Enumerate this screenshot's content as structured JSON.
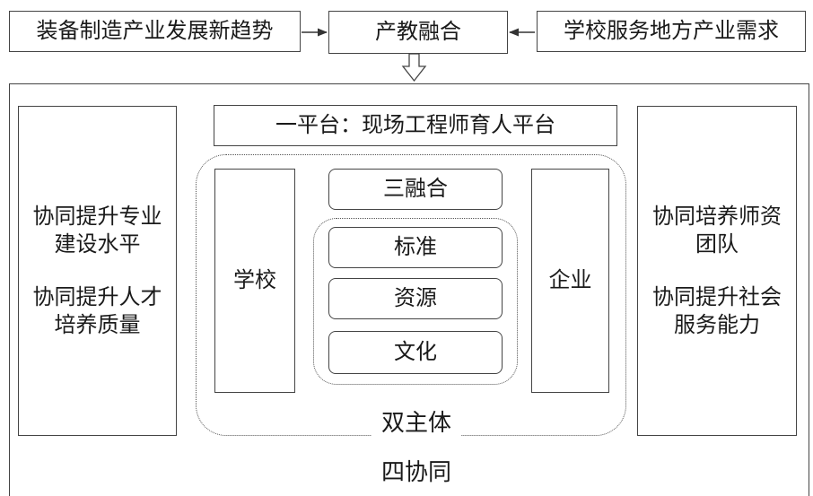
{
  "top": {
    "left": "装备制造产业发展新趋势",
    "center": "产教融合",
    "right": "学校服务地方产业需求"
  },
  "platform": "一平台：现场工程师育人平台",
  "left_panel": [
    "协同提升专业",
    "建设水平",
    "协同提升人才",
    "培养质量"
  ],
  "right_panel": [
    "协同培养师资",
    "团队",
    "协同提升社会",
    "服务能力"
  ],
  "school": "学校",
  "enterprise": "企业",
  "three_integration": "三融合",
  "inner": [
    "标准",
    "资源",
    "文化"
  ],
  "dual_subject": "双主体",
  "four_collab": "四协同"
}
